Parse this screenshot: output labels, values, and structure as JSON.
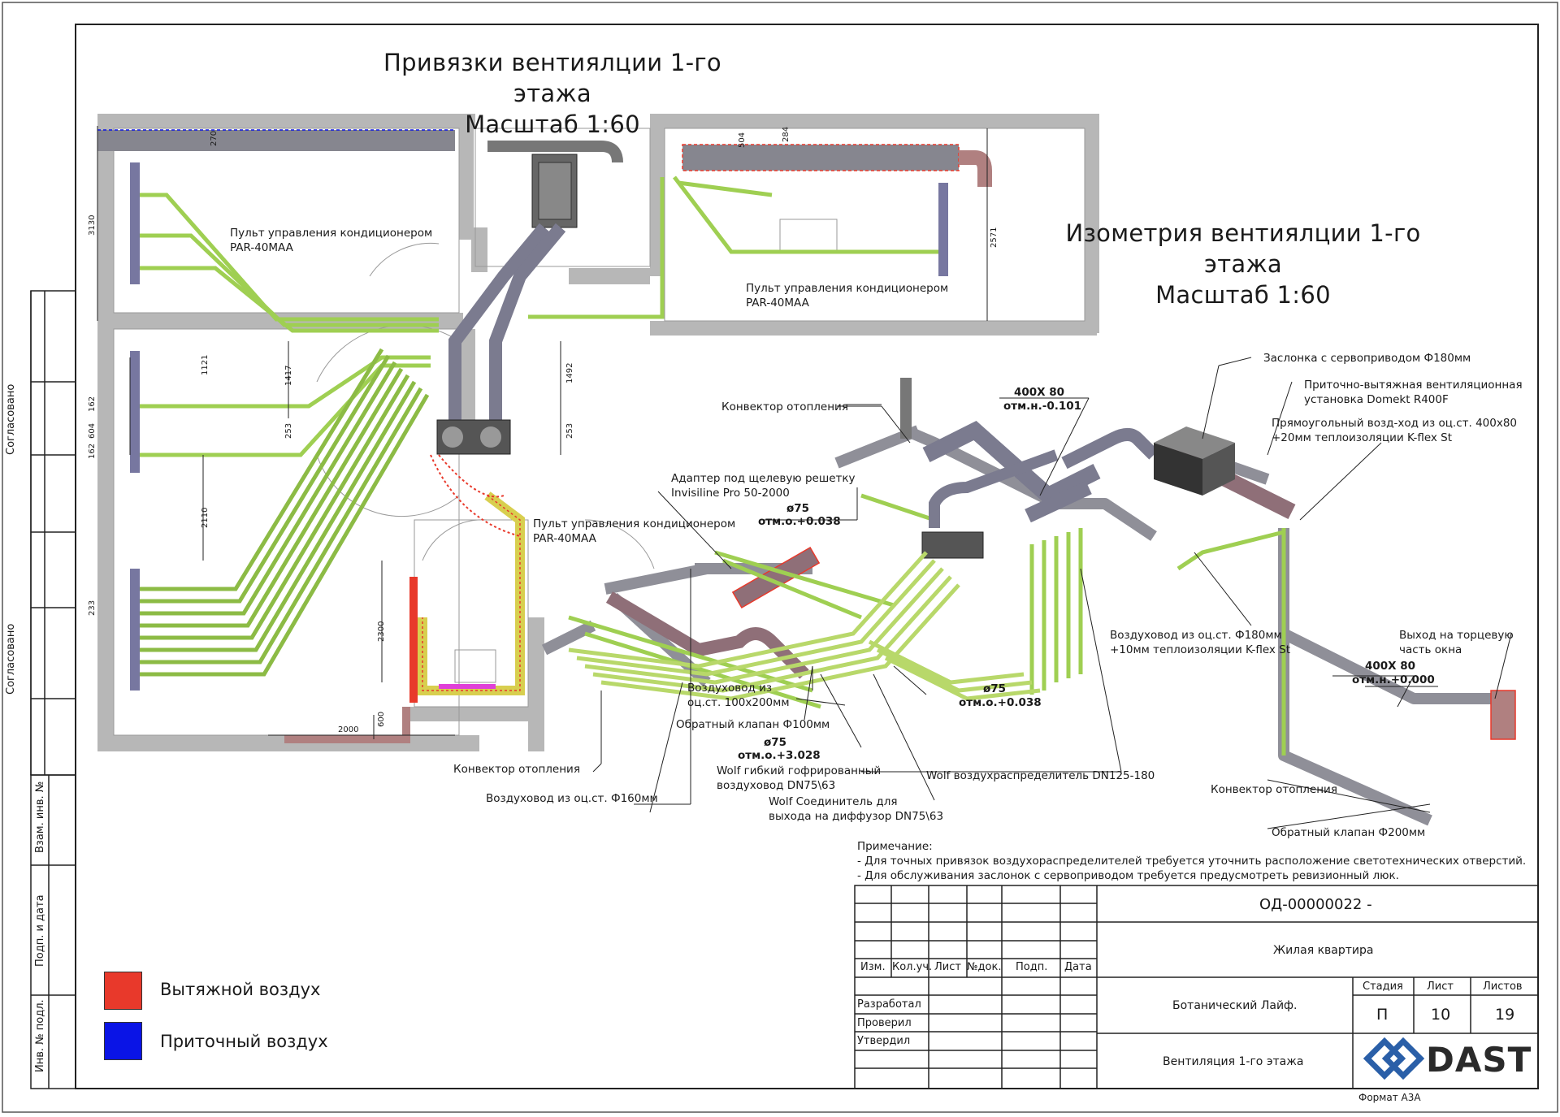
{
  "titles": {
    "plan_line1": "Привязки вентиялции 1-го этажа",
    "plan_line2": "Масштаб 1:60",
    "iso_line1": "Изометрия вентиялции 1-го этажа",
    "iso_line2": "Масштаб 1:60"
  },
  "side_stamps": {
    "agreed_1": "Согласовано",
    "agreed_2": "Согласовано",
    "inv_replace": "Взам. инв. №",
    "sign_date": "Подп. и дата",
    "inv_orig": "Инв. № подл."
  },
  "plan_labels": {
    "remote_1_a": "Пульт управления кондиционером",
    "remote_1_b": "PAR-40MAA",
    "remote_2_a": "Пульт управления кондиционером",
    "remote_2_b": "PAR-40MAA",
    "remote_3_a": "Пульт управления кондиционером",
    "remote_3_b": "PAR-40MAA",
    "convector": "Конвектор отопления",
    "duct_160": "Воздуховод из оц.ст. Ф160мм"
  },
  "dimensions": {
    "d3130": "3130",
    "d2571": "2571",
    "d270": "270",
    "d504": "504",
    "d284": "284",
    "d1121": "1121",
    "d1417": "1417",
    "d1492": "1492",
    "d162a": "162",
    "d604": "604",
    "d162b": "162",
    "d253a": "253",
    "d253b": "253",
    "d2110": "2110",
    "d233": "233",
    "d2300": "2300",
    "d600": "600",
    "d2000": "2000"
  },
  "iso_labels": {
    "convector_top": "Конвектор отопления",
    "adapter_a": "Адаптер под щелевую решетку",
    "adapter_b": "Invisiline Pro 50-2000",
    "d75_1": "ø75",
    "elev_1": "отм.о.+0.038",
    "duct_400_1": "400X 80",
    "elev_400_1": "отм.н.-0.101",
    "damper": "Заслонка с сервоприводом Ф180мм",
    "unit_a": "Приточно-вытяжная вентиляционная",
    "unit_b": "установка Domekt R400F",
    "rect_a": "Прямоугольный возд-ход из оц.ст. 400x80",
    "rect_b": "+20мм теплоизоляции K-flex St",
    "duct180_a": "Воздуховод из оц.ст. Ф180мм",
    "duct180_b": "+10мм теплоизоляции K-flex St",
    "window_a": "Выход на торцевую",
    "window_b": "часть окна",
    "duct_400_2": "400X 80",
    "elev_400_2": "отм.н.+0.000",
    "duct100_a": "Воздуховод из",
    "duct100_b": "оц.ст. 100x200мм",
    "check100": "Обратный клапан Ф100мм",
    "d75_2": "ø75",
    "elev_2": "отм.о.+3.028",
    "wolf_flex_a": "Wolf гибкий гофрированный",
    "wolf_flex_b": "воздуховод DN75\\63",
    "wolf_conn_a": "Wolf Соединитель для",
    "wolf_conn_b": "выхода на диффузор DN75\\63",
    "d75_3": "ø75",
    "elev_3": "отм.о.+0.038",
    "wolf_dist": "Wolf воздухраспределитель DN125-180",
    "convector_right": "Конвектор отопления",
    "check200": "Обратный клапан Ф200мм"
  },
  "notes": {
    "header": "Примечание:",
    "n1": "- Для точных привязок воздухораспределителей требуется уточнить расположение светотехнических отверстий.",
    "n2": "- Для обслуживания заслонок с сервоприводом требуется предусмотреть ревизионный люк."
  },
  "legend": {
    "exhaust_label": "Вытяжной воздух",
    "exhaust_color": "#e8392b",
    "supply_label": "Приточный воздух",
    "supply_color": "#0a14e6"
  },
  "title_block": {
    "code": "ОД-00000022 -",
    "object": "Жилая квартира",
    "col_izm": "Изм.",
    "col_koluch": "Кол.уч.",
    "col_list": "Лист",
    "col_ndoc": "№док.",
    "col_podp": "Подп.",
    "col_data": "Дата",
    "razrabotal": "Разработал",
    "proveril": "Проверил",
    "utverdil": "Утвердил",
    "project": "Ботанический Лайф.",
    "sheet_title": "Вентиляция 1-го этажа",
    "stage_h": "Стадия",
    "sheet_h": "Лист",
    "sheets_h": "Листов",
    "stage": "П",
    "sheet": "10",
    "sheets": "19",
    "logo": "DAST",
    "format": "Формат А3А"
  },
  "colors": {
    "duct_gray": "#8f8f98",
    "duct_green": "#9fcf52",
    "duct_yellow": "#e7e36a",
    "wall_gray": "#b7b7b7",
    "exhaust_red": "#e8392b",
    "supply_blue": "#0a14e6",
    "logo_blue": "#2a5fa8"
  }
}
